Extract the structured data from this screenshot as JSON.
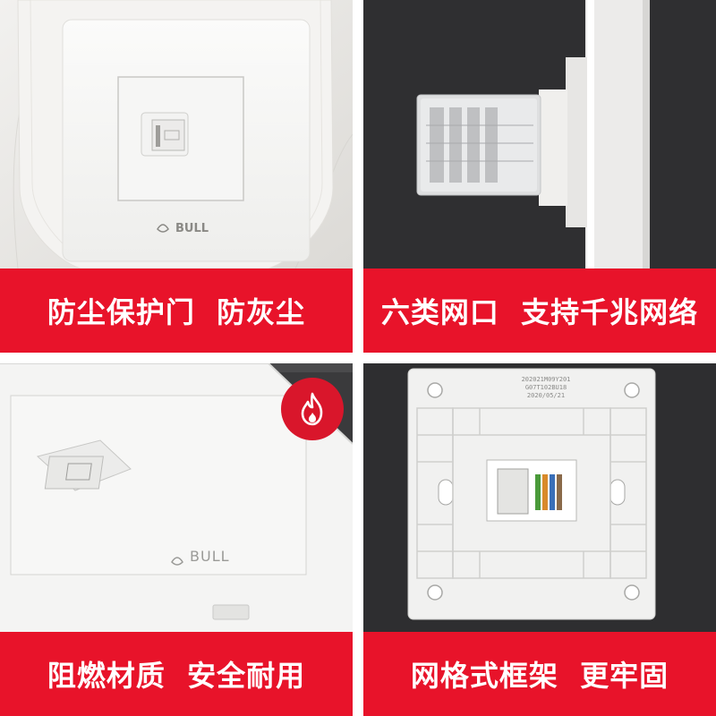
{
  "panels": [
    {
      "caption": "防尘保护门  防灰尘",
      "logo_text": "BULL"
    },
    {
      "caption": "六类网口  支持千兆网络"
    },
    {
      "caption": "阻燃材质  安全耐用",
      "logo_text": "BULL",
      "badge_icon": "fire-icon"
    },
    {
      "caption": "网格式框架  更牢固",
      "label_lines": [
        "202021M09Y201",
        "G07T102BU18",
        "2020/05/21"
      ]
    }
  ],
  "colors": {
    "caption_red": "#e8132a",
    "badge_red": "#d9162b",
    "dark_bg": "#2f2f31",
    "panel_white": "#f7f7f6"
  }
}
